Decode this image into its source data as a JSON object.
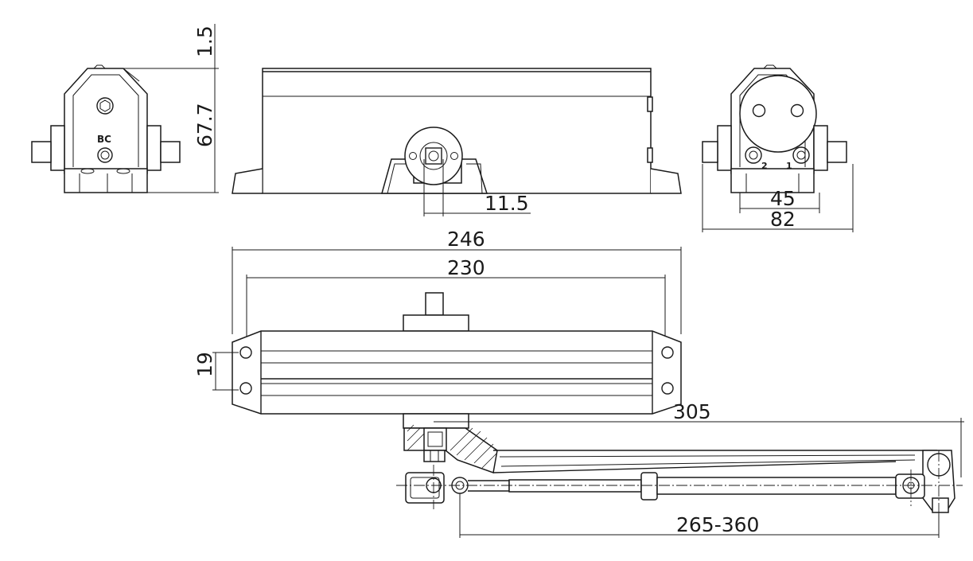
{
  "dimensions": {
    "d1_5": "1.5",
    "d67_7": "67.7",
    "d11_5": "11.5",
    "d45": "45",
    "d82": "82",
    "d246": "246",
    "d230": "230",
    "d19": "19",
    "d305": "305",
    "d265_360": "265-360"
  },
  "labels": {
    "bc": "BC",
    "valve2": "2",
    "valve1": "1"
  }
}
